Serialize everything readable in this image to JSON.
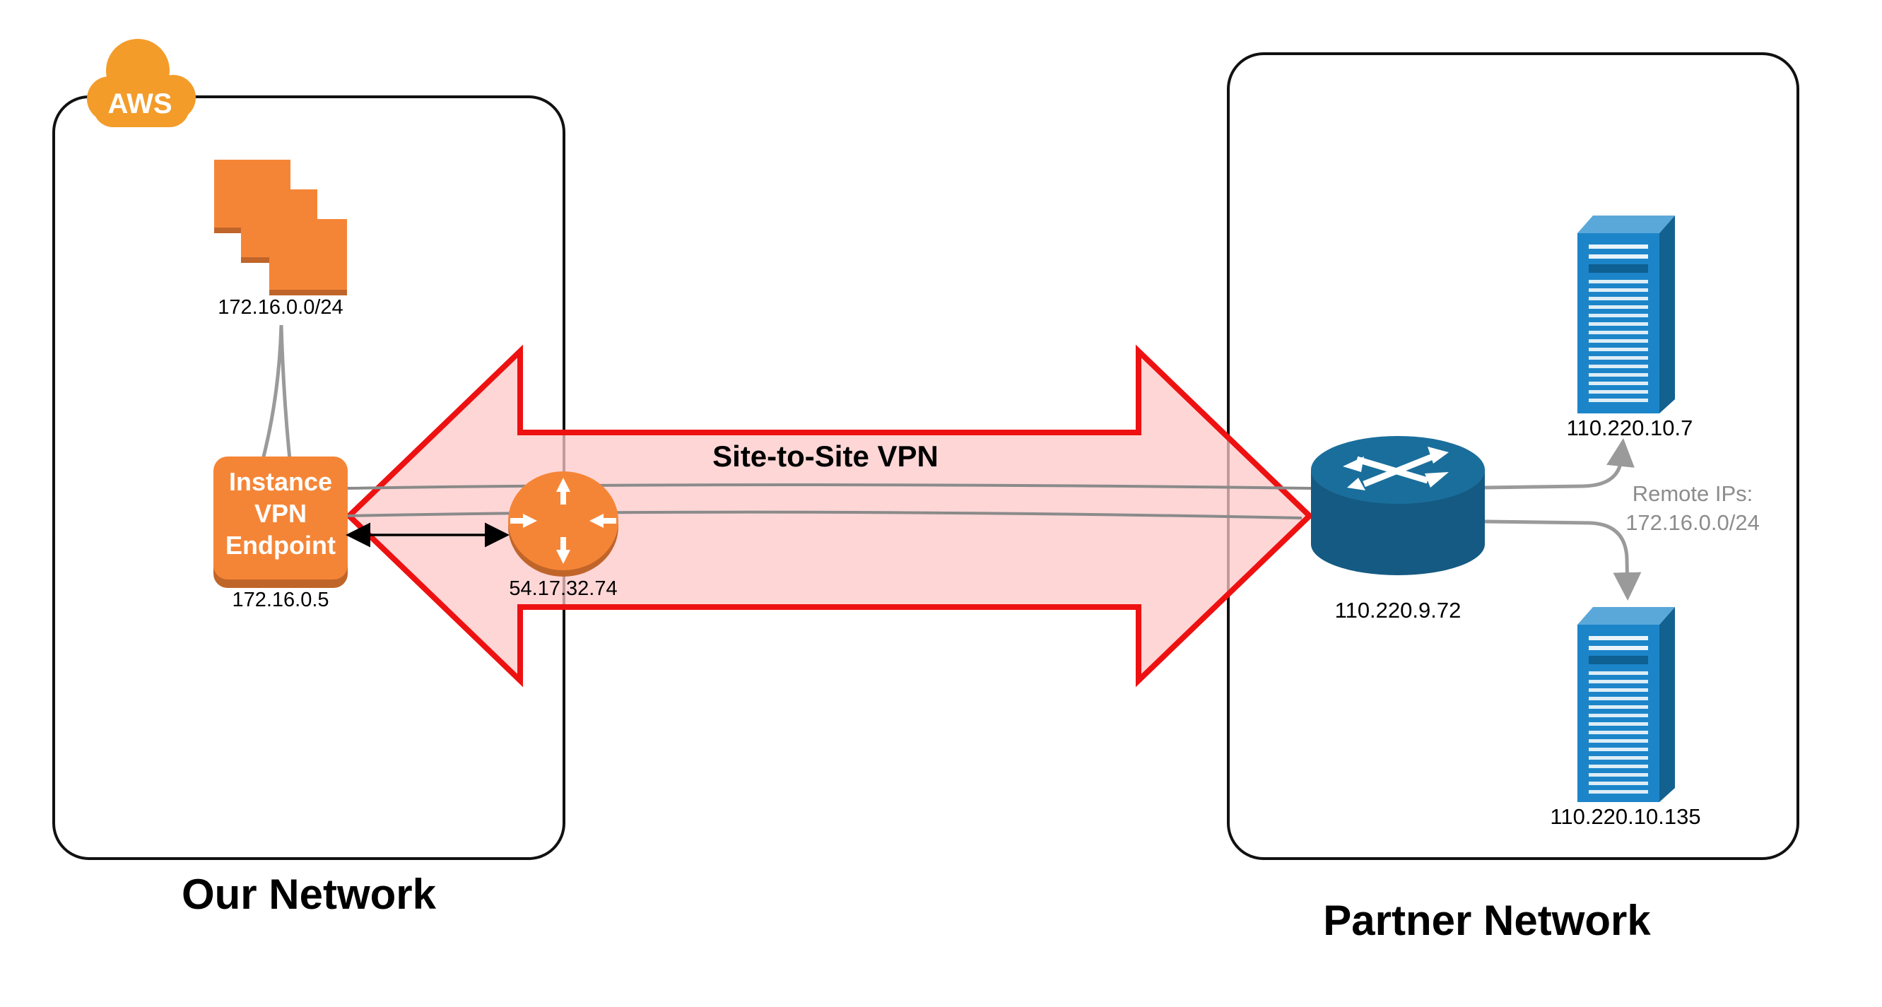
{
  "aws_badge": {
    "label": "AWS"
  },
  "our_network": {
    "title": "Our Network",
    "subnet_label": "172.16.0.0/24",
    "endpoint": {
      "line1": "Instance",
      "line2": "VPN",
      "line3": "Endpoint",
      "ip": "172.16.0.5"
    },
    "gateway_ip": "54.17.32.74"
  },
  "vpn": {
    "label": "Site-to-Site VPN"
  },
  "partner_network": {
    "title": "Partner Network",
    "router_ip": "110.220.9.72",
    "remote_ips_label": "Remote IPs:",
    "remote_ips_value": "172.16.0.0/24",
    "server_top_ip": "110.220.10.7",
    "server_bottom_ip": "110.220.10.135"
  },
  "colors": {
    "aws_orange": "#f58536",
    "aws_orange_dark": "#c0652a",
    "vpn_fill": "#fdc8c8",
    "vpn_stroke": "#ee1111",
    "router_blue": "#1a6e9b",
    "server_blue": "#1c85c9",
    "connector_gray": "#9a9a9a"
  },
  "icons": [
    "aws-cloud-icon",
    "ec2-instances-icon",
    "vpn-gateway-icon",
    "router-icon",
    "server-icon"
  ]
}
